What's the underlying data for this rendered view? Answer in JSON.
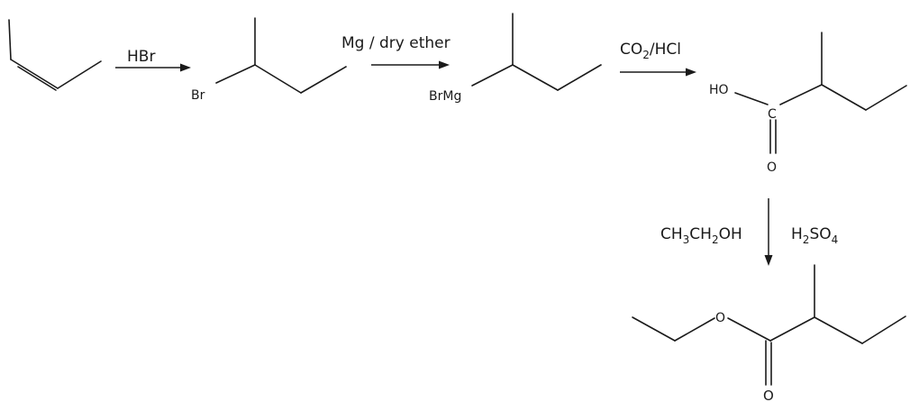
{
  "reagents": {
    "step1": "HBr",
    "step2": "Mg / dry ether",
    "step3": {
      "a": "CO",
      "a_sub": "2",
      "b": "/HCl"
    },
    "step4_left": {
      "p1": "CH",
      "s1": "3",
      "p2": "CH",
      "s2": "2",
      "p3": "OH"
    },
    "step4_right": {
      "p1": "H",
      "s1": "2",
      "p2": "SO",
      "s2": "4"
    }
  },
  "atoms": {
    "bromide_br": "Br",
    "grignard_mg": "BrMg",
    "acid_ho": "HO",
    "acid_c": "C",
    "acid_o": "O",
    "ester_ring_o": "O",
    "ester_carbonyl_o": "O"
  }
}
